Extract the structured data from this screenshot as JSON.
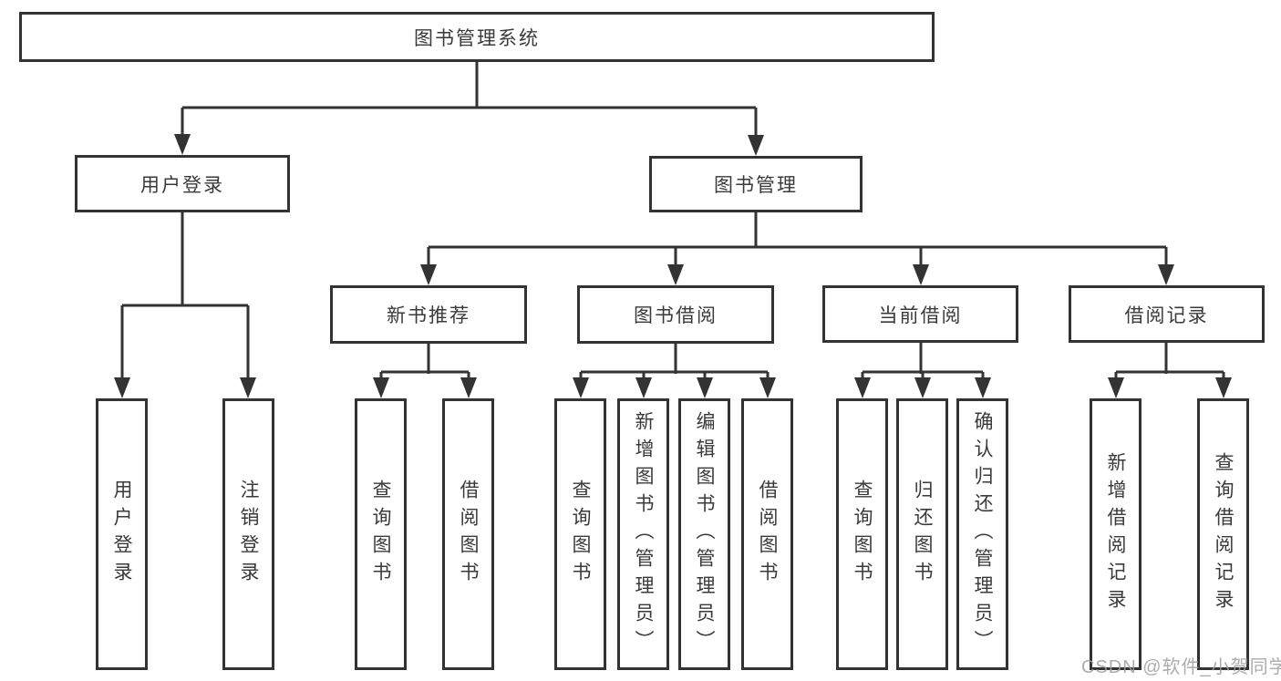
{
  "diagram": {
    "tree": {
      "label": "图书管理系统",
      "children": [
        {
          "label": "用户登录",
          "children": [
            {
              "label": "用户登录"
            },
            {
              "label": "注销登录"
            }
          ]
        },
        {
          "label": "图书管理",
          "children": [
            {
              "label": "新书推荐",
              "children": [
                {
                  "label": "查询图书"
                },
                {
                  "label": "借阅图书"
                }
              ]
            },
            {
              "label": "图书借阅",
              "children": [
                {
                  "label": "查询图书"
                },
                {
                  "label": "新增图书（管理员）"
                },
                {
                  "label": "编辑图书（管理员）"
                },
                {
                  "label": "借阅图书"
                }
              ]
            },
            {
              "label": "当前借阅",
              "children": [
                {
                  "label": "查询图书"
                },
                {
                  "label": "归还图书"
                },
                {
                  "label": "确认归还（管理员）"
                }
              ]
            },
            {
              "label": "借阅记录",
              "children": [
                {
                  "label": "新增借阅记录"
                },
                {
                  "label": "查询借阅记录"
                }
              ]
            }
          ]
        }
      ]
    }
  },
  "watermark": {
    "text": "CSDN @软件_小贺同学"
  },
  "colors": {
    "line": "#333333",
    "text": "#3a3a3a",
    "background": "#ffffff",
    "watermark": "#9e9e9e"
  }
}
